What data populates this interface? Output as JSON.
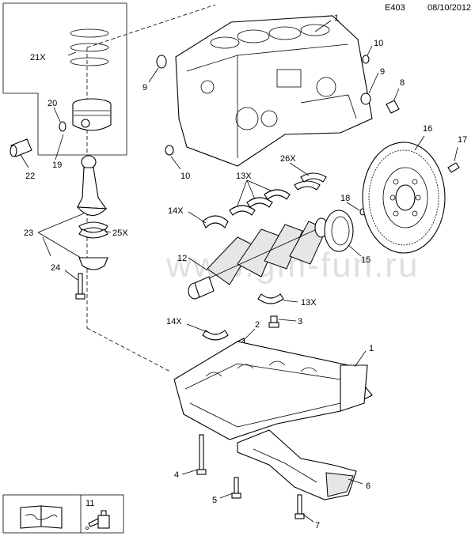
{
  "header": {
    "code": "E403",
    "date": "08/10/2012"
  },
  "watermark": "www.gm-fun.ru",
  "callouts": {
    "c1_top": "1",
    "c10_top": "10",
    "c9_left": "9",
    "c9_right": "9",
    "c8": "8",
    "c10_bottom": "10",
    "c26x": "26X",
    "c13x_top": "13X",
    "c16": "16",
    "c17": "17",
    "c18": "18",
    "c15": "15",
    "c14x_top": "14X",
    "c12": "12",
    "c13x_bottom": "13X",
    "c14x_bottom": "14X",
    "c2": "2",
    "c3": "3",
    "c1_bottom": "1",
    "c21x": "21X",
    "c20": "20",
    "c22": "22",
    "c19": "19",
    "c23": "23",
    "c25x": "25X",
    "c24": "24",
    "c4": "4",
    "c5": "5",
    "c6": "6",
    "c7": "7",
    "c11": "11"
  },
  "icons": {
    "legend_book": "open-book-with-wrench-icon",
    "legend_oil": "oil-can-icon"
  }
}
